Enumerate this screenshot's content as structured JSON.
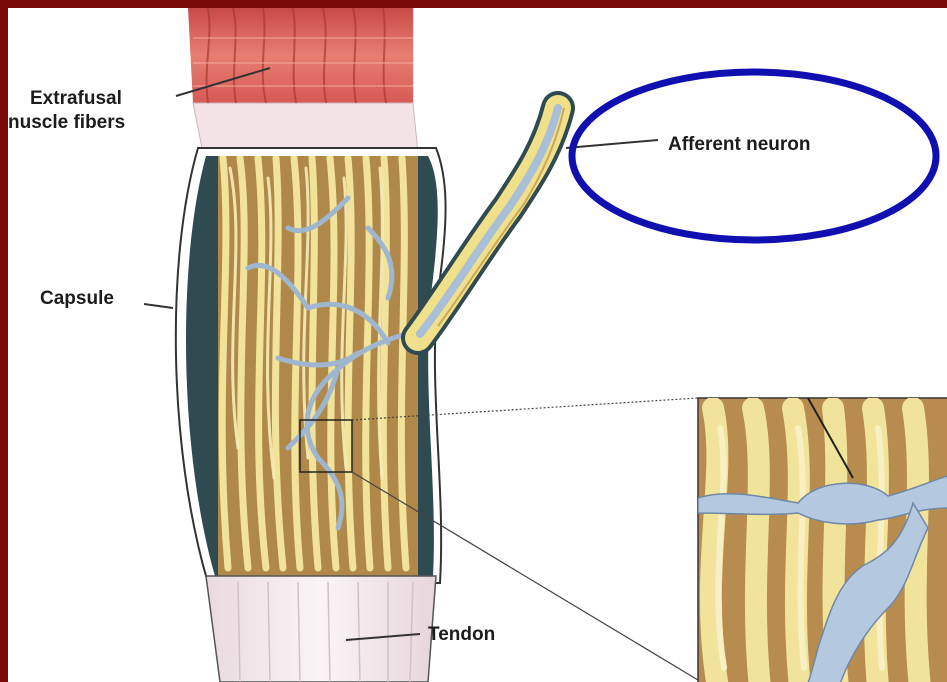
{
  "labels": {
    "extrafusal_line1": "Extrafusal",
    "extrafusal_line2": "nuscle fibers",
    "capsule": "Capsule",
    "afferent_neuron": "Afferent neuron",
    "tendon": "Tendon"
  },
  "colors": {
    "frame": "#7a0a0a",
    "highlight_ellipse": "#1010b0",
    "fiber": "#f0e08a",
    "fiber_shadow": "#c9a85a",
    "nerve": "#a9bfd8",
    "capsule_dark": "#2f4a50",
    "muscle": "#d9564f",
    "tendon": "#efe4e6"
  },
  "icons": [
    "highlight-ellipse",
    "zoom-inset"
  ]
}
